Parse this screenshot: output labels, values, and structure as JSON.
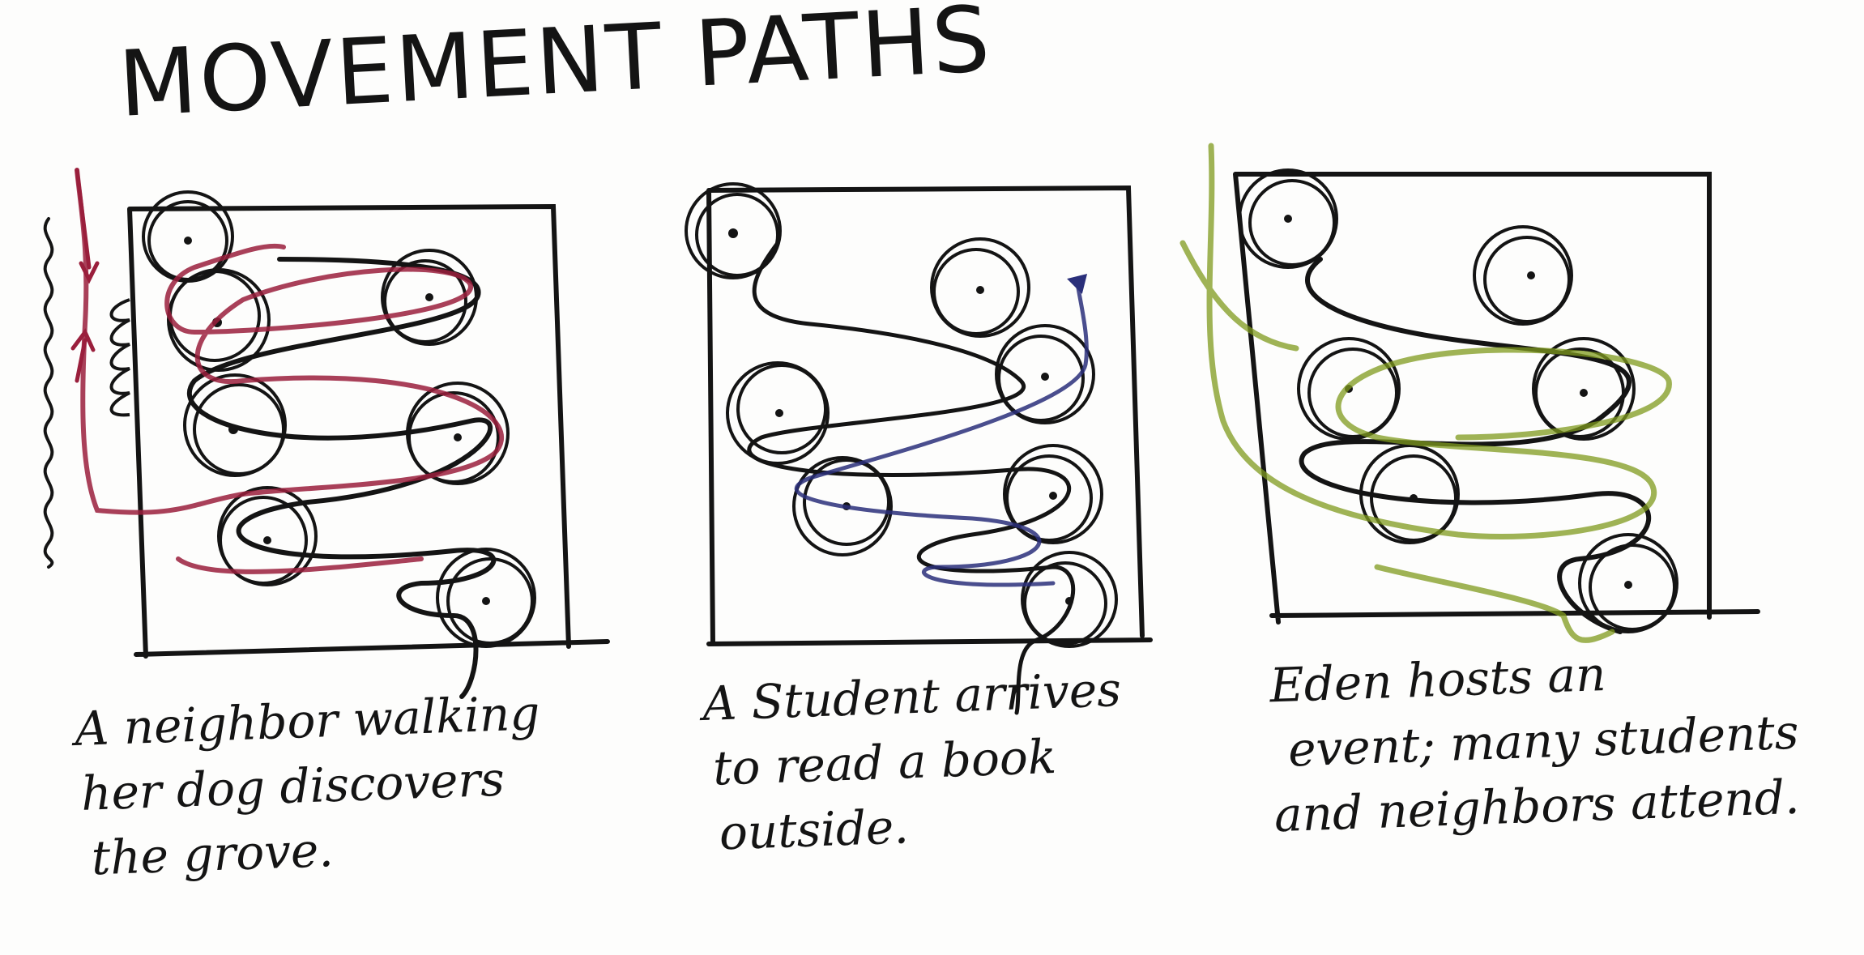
{
  "title": "MOVEMENT PATHS",
  "panels": [
    {
      "path_color": "#9a1f3c",
      "caption": [
        "A neighbor walking",
        "her dog discovers",
        "the grove."
      ]
    },
    {
      "path_color": "#2a2f7a",
      "caption": [
        "A Student arrives",
        "to read a book",
        "outside."
      ]
    },
    {
      "path_color": "#7f9a1e",
      "caption": [
        "Eden hosts an",
        "event; many students",
        "and neighbors attend."
      ]
    }
  ],
  "colors": {
    "ink": "#141414",
    "paper": "#fdfdfc"
  }
}
